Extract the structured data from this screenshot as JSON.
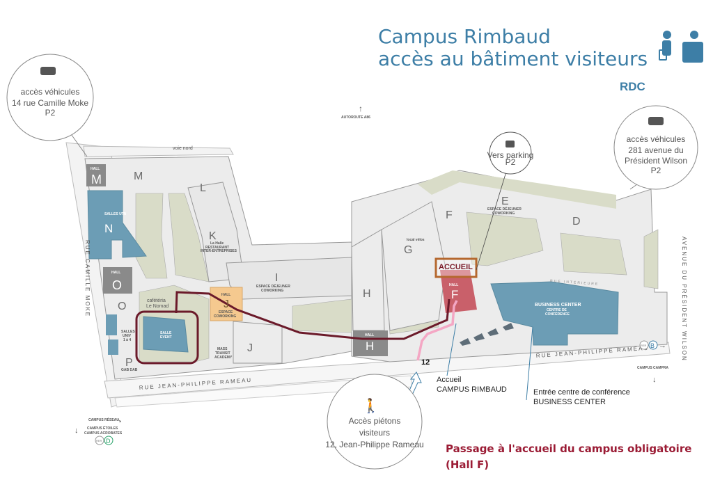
{
  "header": {
    "title_line1": "Campus Rimbaud",
    "title_line2": "accès au bâtiment visiteurs",
    "level": "RDC",
    "accent_color": "#3d7ea6"
  },
  "access_points": {
    "vehicles_west": {
      "title": "accès véhicules",
      "address": "14 rue Camille Moke",
      "parking": "P2"
    },
    "vehicles_east": {
      "title": "accès véhicules",
      "address_line1": "281 avenue du",
      "address_line2": "Président Wilson",
      "parking": "P2"
    },
    "parking": {
      "line1": "Vers parking",
      "line2": "P2"
    },
    "pedestrians": {
      "title_line1": "Accès piétons",
      "title_line2": "visiteurs",
      "address": "12, Jean-Philippe Rameau"
    }
  },
  "roads": {
    "north": "voie nord",
    "west": "RUE CAMILLE MOKE",
    "south_west": "RUE JEAN-PHILIPPE RAMEAU",
    "south_east": "RUE JEAN-PHILIPPE RAMEAU",
    "east": "AVENUE DU PRÉSIDENT WILSON",
    "interior": "RUE INTÉRIEURE",
    "highway": "AUTOROUTE A86",
    "campus_campra": "CAMPUS CAMPRA",
    "campus_reseau": "CAMPUS RÉSEAU",
    "campus_etoiles": "CAMPUS ÉTOILES",
    "campus_acrobates": "CAMPUS ACROBATES",
    "rer_west": "D",
    "rer_east": "B",
    "rer": "RER"
  },
  "buildings": {
    "hall_m": {
      "hall": "HALL",
      "letter": "M"
    },
    "m": "M",
    "l": "L",
    "k": "K",
    "k_sub1": "La Halle",
    "k_sub2": "RESTAURANT",
    "k_sub3": "INTER-ENTREPRISES",
    "n": "N",
    "n_sub": "SALLES UTN",
    "hall_o": {
      "hall": "HALL",
      "letter": "O"
    },
    "o": "O",
    "p": "P",
    "p_sub": "GAB DAB",
    "cafeteria1": "cafétéria",
    "cafeteria2": "Le Nomad",
    "salles_univ1": "SALLES",
    "salles_univ2": "UNIV",
    "salles_univ3": "1 à 4",
    "salle_event1": "SALLE",
    "salle_event2": "EVENT",
    "hall_j": {
      "hall": "HALL",
      "letter": "J",
      "sub1": "ESPACE",
      "sub2": "COWORKING"
    },
    "j": "J",
    "j_sub1": "MASS",
    "j_sub2": "TRANSIT",
    "j_sub3": "ACADEMY",
    "i": "I",
    "i_sub1": "ESPACE DÉJEUNER",
    "i_sub2": "COWORKING",
    "h": "H",
    "hall_h": {
      "hall": "HALL",
      "letter": "H"
    },
    "g": "G",
    "g_sub": "local vélos",
    "f": "F",
    "hall_f": {
      "hall": "HALL",
      "letter": "F"
    },
    "e": "E",
    "e_sub1": "ESPACE DÉJEUNER",
    "e_sub2": "COWORKING",
    "d": "D",
    "business_center": "BUSINESS CENTER",
    "bc_sub1": "CENTRE DE",
    "bc_sub2": "CONFÉRENCE"
  },
  "route": {
    "accueil_label": "ACCUEIL",
    "entrance_number": "12",
    "route_color": "#6b1a2a",
    "pedestrian_color": "#f4a7c4"
  },
  "annotations": {
    "accueil_line1": "Accueil",
    "accueil_line2": "CAMPUS RIMBAUD",
    "bc_line1": "Entrée centre de conférence",
    "bc_line2": "BUSINESS CENTER"
  },
  "notice": {
    "line1": "Passage à l'accueil du campus obligatoire",
    "line2": "(Hall F)"
  }
}
